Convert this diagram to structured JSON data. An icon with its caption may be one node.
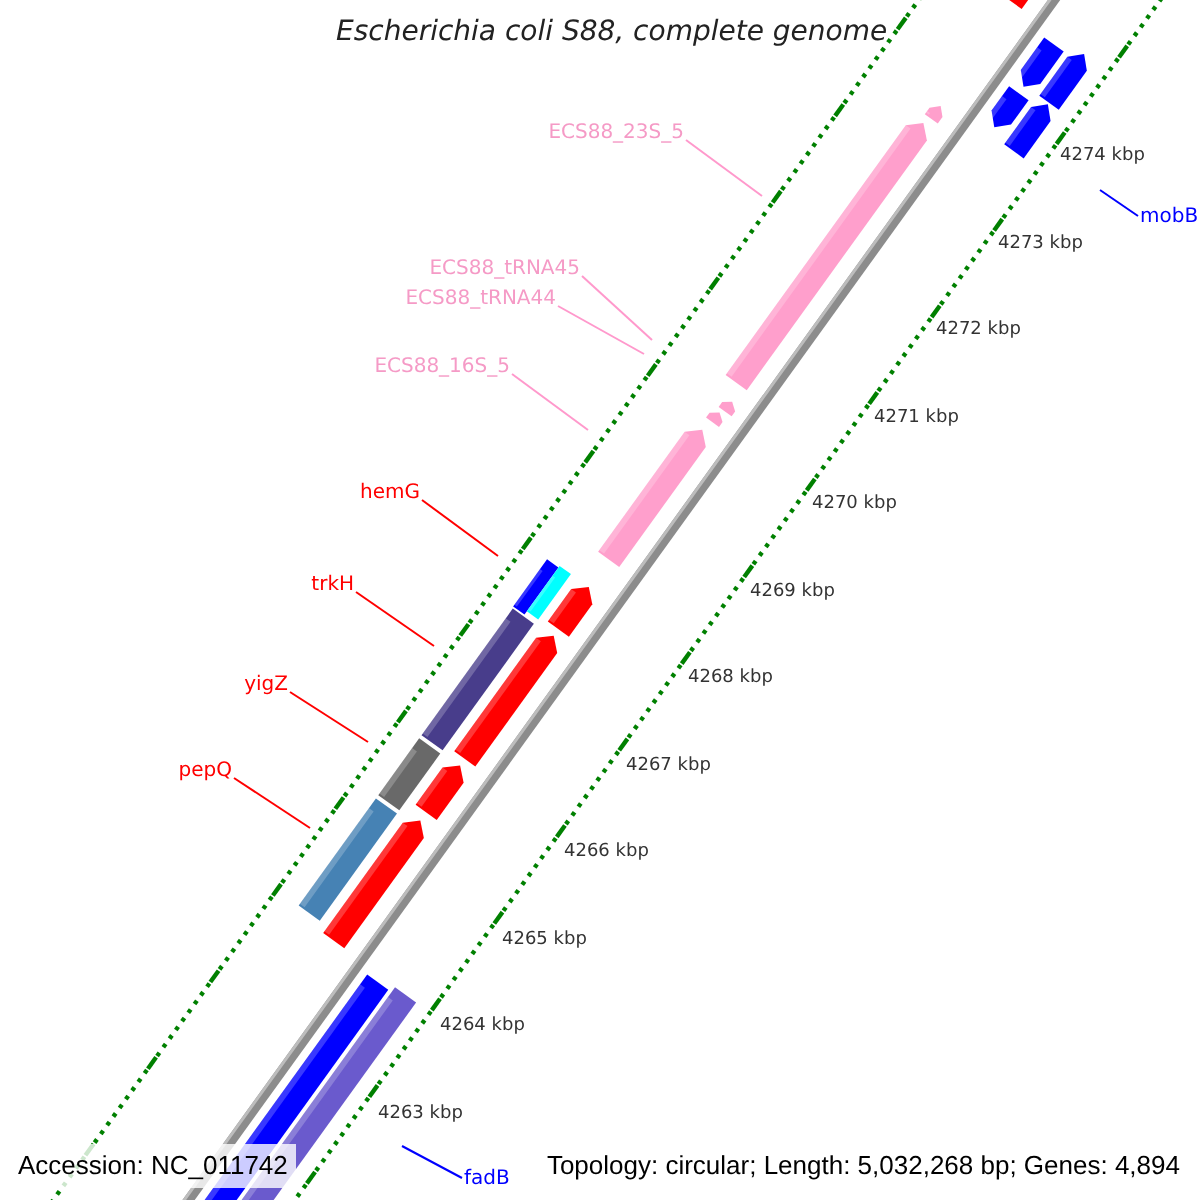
{
  "diagram": {
    "title": "Escherichia coli S88, complete genome",
    "nodes": [
      {
        "text": [
          "ECS88_23S_5"
        ]
      },
      {
        "text": [
          "mobB"
        ]
      },
      {
        "text": [
          "ECS88_tRNA45"
        ]
      },
      {
        "text": [
          "ECS88_tRNA44"
        ]
      },
      {
        "text": [
          "ECS88_16S_5"
        ]
      },
      {
        "text": [
          "hemG"
        ]
      },
      {
        "text": [
          "trkH"
        ]
      },
      {
        "text": [
          "yigZ"
        ]
      },
      {
        "text": [
          "pepQ"
        ]
      },
      {
        "text": [
          "fadB"
        ]
      }
    ],
    "edges": [
      {
        "from": 0,
        "to": null,
        "arrow": "none",
        "color": "#ff99cc"
      },
      {
        "from": 1,
        "to": null,
        "arrow": "none",
        "color": "#0000ff"
      },
      {
        "from": 2,
        "to": null,
        "arrow": "none",
        "color": "#ff99cc"
      },
      {
        "from": 3,
        "to": null,
        "arrow": "none",
        "color": "#ff99cc"
      },
      {
        "from": 4,
        "to": null,
        "arrow": "none",
        "color": "#ff99cc"
      },
      {
        "from": 5,
        "to": null,
        "arrow": "none",
        "color": "#ff0000"
      },
      {
        "from": 6,
        "to": null,
        "arrow": "none",
        "color": "#ff0000"
      },
      {
        "from": 7,
        "to": null,
        "arrow": "none",
        "color": "#ff0000"
      },
      {
        "from": 8,
        "to": null,
        "arrow": "none",
        "color": "#ff0000"
      },
      {
        "from": 9,
        "to": null,
        "arrow": "none",
        "color": "#0000ff"
      }
    ],
    "labels": [
      "4274 kbp",
      "4273 kbp",
      "4272 kbp",
      "4271 kbp",
      "4270 kbp",
      "4269 kbp",
      "4268 kbp",
      "4267 kbp",
      "4266 kbp",
      "4265 kbp",
      "4264 kbp",
      "4263 kbp",
      "Accession: NC_011742",
      "Topology: circular; Length: 5,032,268 bp; Genes: 4,894"
    ]
  }
}
